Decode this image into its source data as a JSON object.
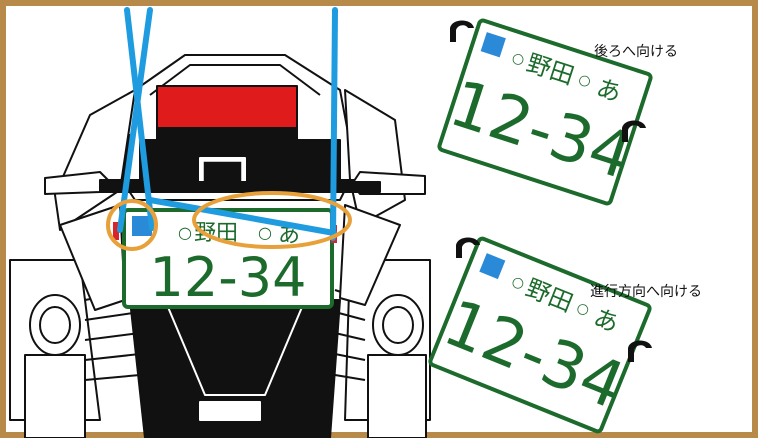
{
  "plate": {
    "circle_mark": "○",
    "region": "野田",
    "hiragana": "あ",
    "number": "12-34"
  },
  "labels": {
    "face_rear": "後ろへ向ける",
    "face_forward": "進行方向へ向ける"
  },
  "colors": {
    "frame": "#b88a4a",
    "plate_green": "#1c6b2c",
    "plate_blue_square": "#2a8ad8",
    "strap_blue": "#1f9be0",
    "highlight_orange": "#e8a13a",
    "tail_light_red": "#e01b1b",
    "reflector_red": "#d8242a",
    "ink": "#111111"
  }
}
